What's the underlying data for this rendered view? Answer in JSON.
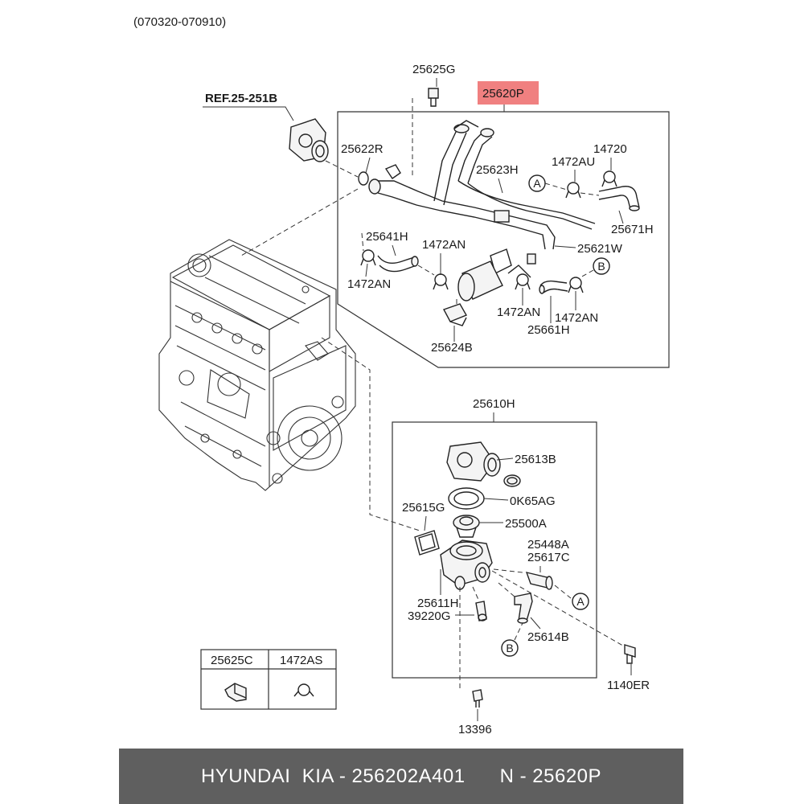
{
  "header": {
    "date_range": "(070320-070910)"
  },
  "reference": "REF.25-251B",
  "highlight_color": "#f08080",
  "parts": {
    "p25625G": "25625G",
    "p25620P": "25620P",
    "p25622R": "25622R",
    "p25623H": "25623H",
    "p1472AU": "1472AU",
    "p14720": "14720",
    "p25671H": "25671H",
    "p25641H": "25641H",
    "p1472AN_a": "1472AN",
    "p1472AN_b": "1472AN",
    "p25621W": "25621W",
    "p1472AN_c": "1472AN",
    "p1472AN_d": "1472AN",
    "p25661H": "25661H",
    "p25624B": "25624B",
    "p25610H": "25610H",
    "p25613B": "25613B",
    "p0K65AG": "0K65AG",
    "p25615G": "25615G",
    "p25500A": "25500A",
    "p25448A": "25448A",
    "p25617C": "25617C",
    "p25611H": "25611H",
    "p39220G": "39220G",
    "p25614B": "25614B",
    "p1140ER": "1140ER",
    "p13396": "13396"
  },
  "callouts": {
    "A": "A",
    "B": "B"
  },
  "legend_table": {
    "headers": [
      "25625C",
      "1472AS"
    ]
  },
  "footer": {
    "text": "HYUNDAI  KIA - 256202A401      N - 25620P"
  }
}
